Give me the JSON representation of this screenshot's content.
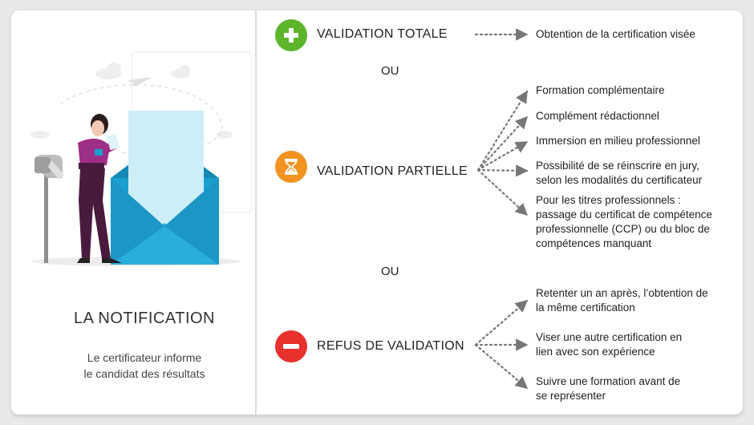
{
  "colors": {
    "green": "#5db52c",
    "orange": "#f29220",
    "red": "#e8302c",
    "arrow": "#777777",
    "envelope": "#1a9fd0"
  },
  "left": {
    "title": "LA NOTIFICATION",
    "description_lines": [
      "Le certificateur informe",
      "le candidat des résultats"
    ]
  },
  "separator": "OU",
  "validation_totale": {
    "icon": "plus-icon",
    "label": "VALIDATION TOTALE",
    "outcome": "Obtention de la certification visée"
  },
  "validation_partielle": {
    "icon": "hourglass-icon",
    "label": "VALIDATION PARTIELLE",
    "outcomes": [
      [
        "Formation complémentaire"
      ],
      [
        "Complément rédactionnel"
      ],
      [
        "Immersion en milieu professionnel"
      ],
      [
        "Possibilité de se réinscrire en jury,",
        "selon les modalités du certificateur"
      ],
      [
        "Pour les titres professionnels :",
        "passage du certificat de compétence",
        "professionnelle (CCP) ou du bloc de",
        "compétences manquant"
      ]
    ]
  },
  "refus": {
    "icon": "minus-icon",
    "label": "REFUS DE VALIDATION",
    "outcomes": [
      [
        "Retenter un an après, l’obtention de",
        "la même certification"
      ],
      [
        "Viser une autre certification en",
        "lien avec son expérience"
      ],
      [
        "Suivre une formation avant de",
        "se représenter"
      ]
    ]
  }
}
